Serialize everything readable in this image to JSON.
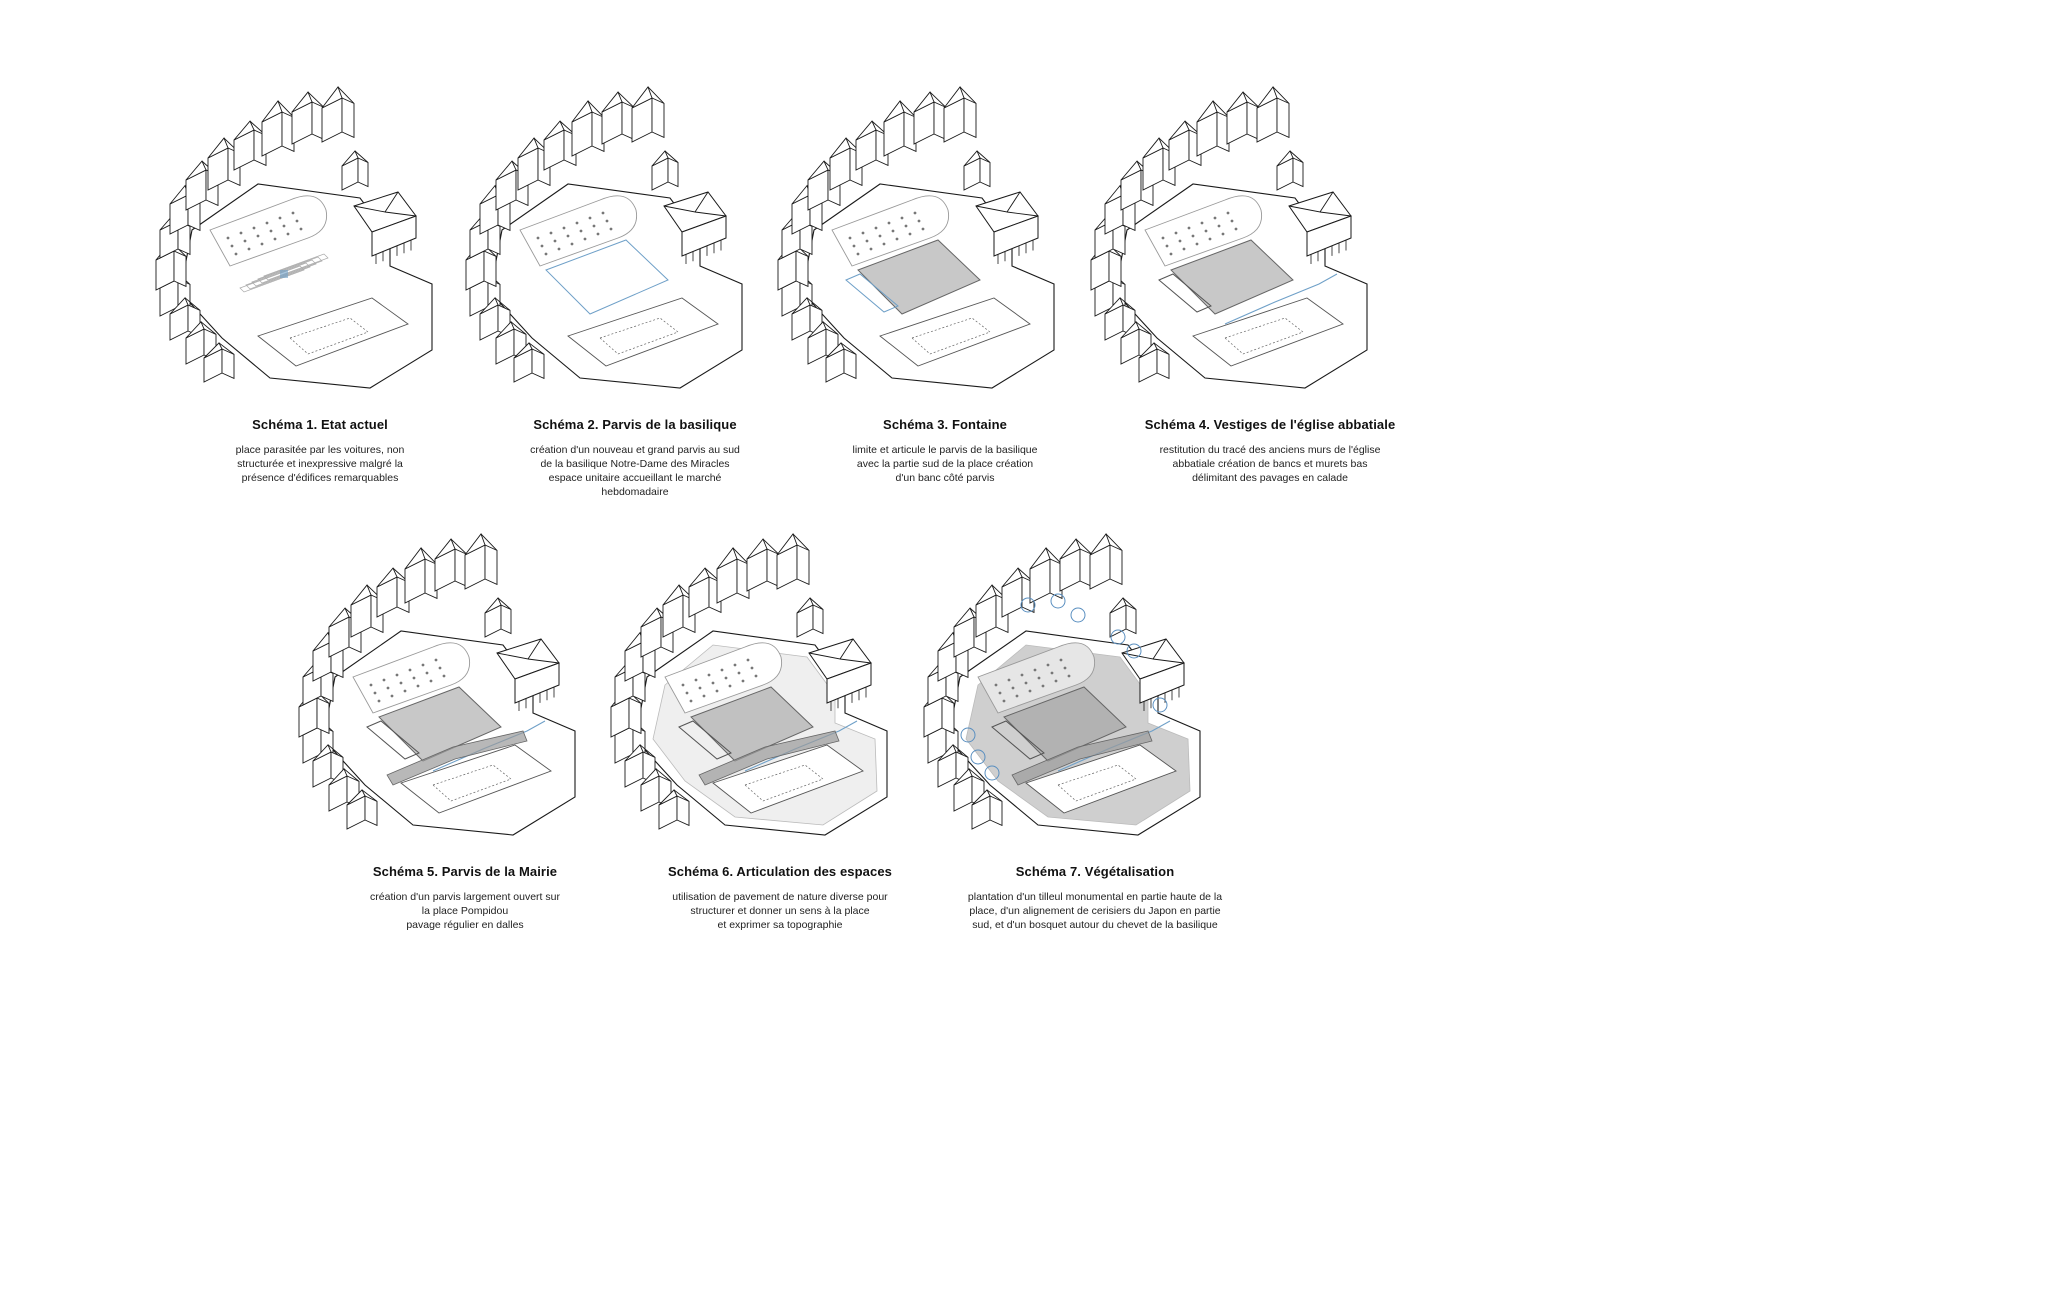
{
  "palette": {
    "line": "#1a1a1a",
    "blue": "#6fa0c8",
    "paving": "#9a9a9a",
    "shade": "#dcdcdc",
    "green": "#5a8fc0"
  },
  "schemas": [
    {
      "id": 1,
      "title": "Schéma 1. Etat actuel",
      "lines": [
        "place parasitée par les voitures, non",
        "structurée  et inexpressive malgré la",
        "présence d'édifices remarquables"
      ]
    },
    {
      "id": 2,
      "title": "Schéma 2. Parvis de la basilique",
      "lines": [
        "création d'un nouveau et grand parvis au sud",
        "de la basilique Notre-Dame des Miracles",
        "espace unitaire accueillant le marché",
        "hebdomadaire"
      ]
    },
    {
      "id": 3,
      "title": "Schéma 3. Fontaine",
      "lines": [
        "limite et articule le parvis de la basilique",
        "avec la partie sud de la place création",
        "d'un banc côté parvis"
      ]
    },
    {
      "id": 4,
      "title": "Schéma 4. Vestiges de l'église abbatiale",
      "lines": [
        "restitution du tracé des anciens murs de l'église",
        "abbatiale création de bancs et murets bas",
        "délimitant des pavages en calade"
      ]
    },
    {
      "id": 5,
      "title": "Schéma 5. Parvis de la Mairie",
      "lines": [
        "création d'un parvis largement ouvert sur",
        "la place Pompidou",
        "pavage régulier en dalles"
      ]
    },
    {
      "id": 6,
      "title": "Schéma 6. Articulation des espaces",
      "lines": [
        "utilisation de pavement de nature diverse pour",
        "structurer et donner un sens à la place",
        "et exprimer sa topographie"
      ]
    },
    {
      "id": 7,
      "title": "Schéma 7. Végétalisation",
      "lines": [
        "plantation d'un tilleul monumental en partie haute de la",
        "place, d'un alignement de cerisiers du Japon en partie",
        "sud, et d'un bosquet autour du chevet de la basilique"
      ]
    }
  ]
}
